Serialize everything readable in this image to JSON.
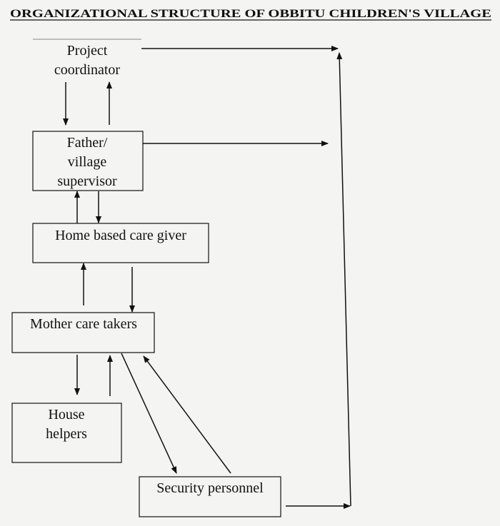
{
  "title": "ORGANIZATIONAL STRUCTURE OF OBBITU CHILDREN'S VILLAGE",
  "nodes": {
    "project_coordinator": {
      "line1": "Project",
      "line2": "coordinator"
    },
    "father": {
      "line1": "Father/",
      "line2": "village",
      "line3": "supervisor"
    },
    "home_based": {
      "label": "Home based care giver"
    },
    "mother": {
      "label": "Mother care takers"
    },
    "house_helpers": {
      "line1": "House",
      "line2": "helpers"
    },
    "security": {
      "label": "Security personnel"
    }
  },
  "colors": {
    "ink": "#111111",
    "paper": "#f4f4f2"
  }
}
